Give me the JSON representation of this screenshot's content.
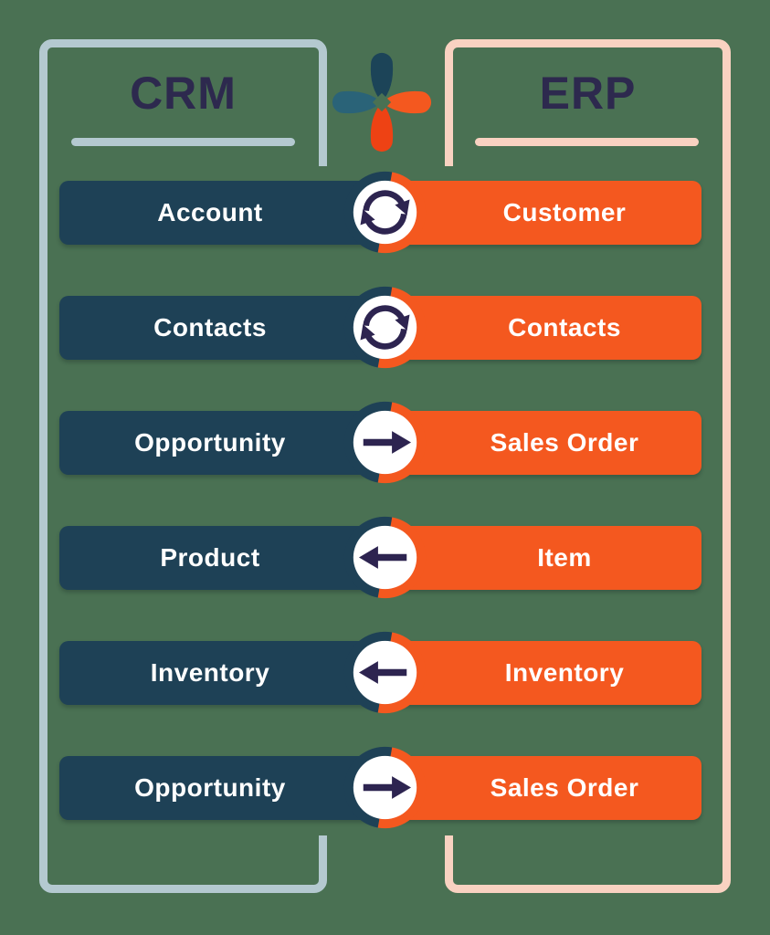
{
  "colors": {
    "bg": "#4a7153",
    "teal": "#1e4156",
    "orange": "#f4581f",
    "navy": "#2d2450",
    "title": "#2d294e",
    "crm-border": "#b4c9d0",
    "erp-border": "#f9d2c1",
    "logo-teal-dark": "#1c4458",
    "logo-teal": "#2a6378",
    "logo-orange": "#f4581f",
    "logo-red": "#ee4214"
  },
  "left_panel": {
    "title": "CRM"
  },
  "right_panel": {
    "title": "ERP"
  },
  "rows": [
    {
      "crm": "Account",
      "erp": "Customer",
      "direction": "sync"
    },
    {
      "crm": "Contacts",
      "erp": "Contacts",
      "direction": "sync"
    },
    {
      "crm": "Opportunity",
      "erp": "Sales Order",
      "direction": "right"
    },
    {
      "crm": "Product",
      "erp": "Item",
      "direction": "left"
    },
    {
      "crm": "Inventory",
      "erp": "Inventory",
      "direction": "left"
    },
    {
      "crm": "Opportunity",
      "erp": "Sales Order",
      "direction": "right"
    }
  ]
}
